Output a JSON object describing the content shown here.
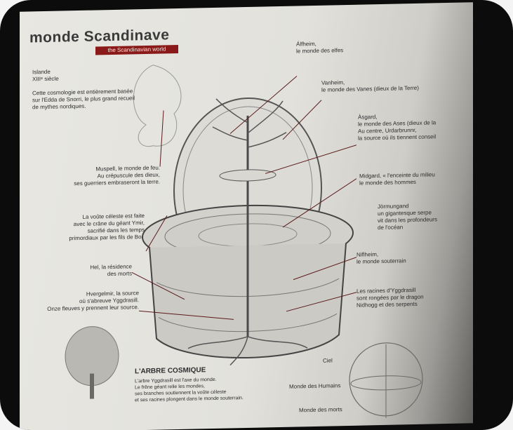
{
  "title": "monde Scandinave",
  "subtitle": "the Scandinavian world",
  "intro": {
    "place": "Islande\nXIIIᵉ siècle",
    "text": "Cette cosmologie est entièrement basée\nsur l'Edda de Snorri, le plus grand recueil\nde mythes nordiques."
  },
  "labels": {
    "alfheim": "Álfheim,\nle monde des elfes",
    "vanheim": "Vanheim,\nle monde des Vanes (dieux de la Terre)",
    "asgard": "Àsgard,\nle monde des Ases (dieux de la\nAu centre, Urdarbrunnr,\nla source où ils tiennent conseil",
    "midgard": "Midgard, « l'enceinte du milieu\nle monde des hommes",
    "jormungand": "Jörmungand\nun gigantesque serpe\nvit dans les profondeurs\nde l'océan",
    "niflheim": "Niflheim,\nle monde souterrain",
    "racines": "Les racines d'Yggdrasill\nsont rongées par le dragon\nNidhogg et des serpents",
    "muspell": "Muspell, le monde de feu.\nAu crépuscule des dieux,\nses guerriers embraseront la terre.",
    "voute": "La voûte céleste est faite\navec le crâne du géant Ymir,\nsacrifié dans les temps\nprimordiaux par les fils de Bor.",
    "hel": "Hel, la résidence\ndes morts",
    "hvergelmir": "Hvergelmir, la source\noù s'abreuve Yggdrasill.\nOnze fleuves y prennent leur source.",
    "arbre_title": "L'ARBRE COSMIQUE",
    "arbre_text": "L'arbre Yggdrasill est l'axe du monde.\nLe frêne géant relie les mondes,\nses branches soutiennent la voûte céleste\net ses racines plongent dans le monde souterrain.",
    "ciel": "Ciel",
    "monde_humains": "Monde des Humains",
    "monde_morts": "Monde des morts"
  }
}
